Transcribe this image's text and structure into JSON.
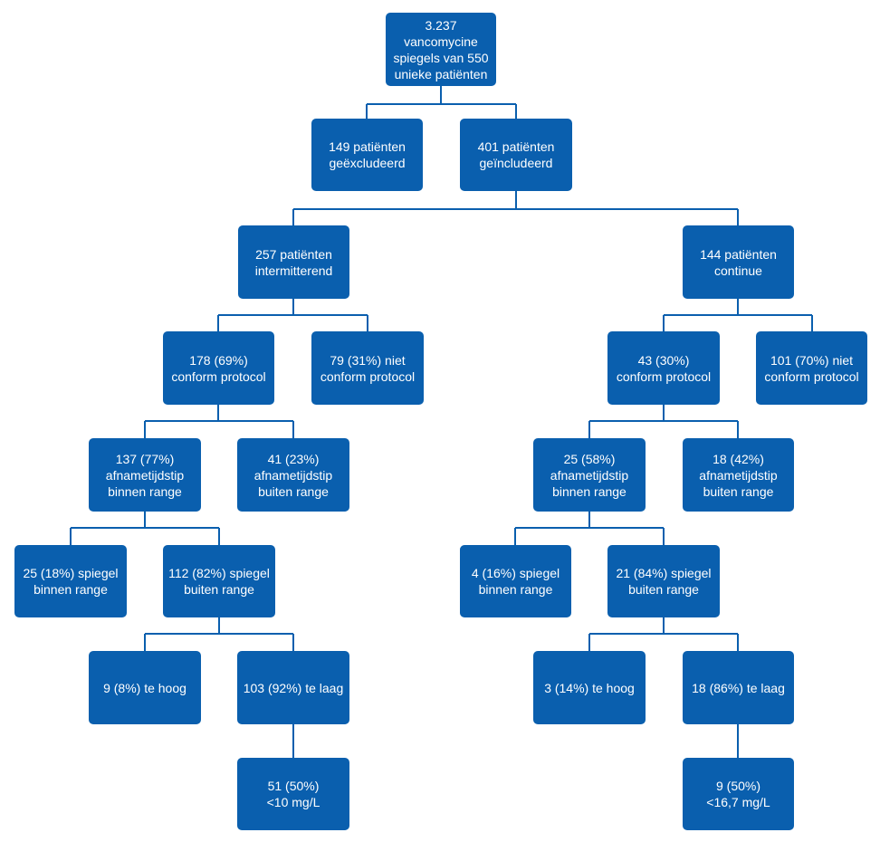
{
  "colors": {
    "node": "#0a5fae",
    "text": "#ffffff",
    "line": "#0a5fae",
    "background": "#ffffff"
  },
  "nodes": {
    "root": "3.237\nvancomycine\nspiegels van 550\nunieke patiënten",
    "excluded": "149 patiënten\ngeëxcludeerd",
    "included": "401 patiënten\ngeïncludeerd",
    "intermittent": "257 patiënten\nintermitterend",
    "continuous": "144 patiënten\ncontinue",
    "int_conform": "178 (69%)\nconform protocol",
    "int_nonconform": "79 (31%) niet\nconform protocol",
    "cont_conform": "43 (30%)\nconform protocol",
    "cont_nonconform": "101 (70%) niet\nconform protocol",
    "int_time_in": "137 (77%)\nafnametijdstip\nbinnen range",
    "int_time_out": "41 (23%)\nafnametijdstip\nbuiten range",
    "cont_time_in": "25 (58%)\nafnametijdstip\nbinnen range",
    "cont_time_out": "18 (42%)\nafnametijdstip\nbuiten range",
    "int_level_in": "25 (18%) spiegel\nbinnen range",
    "int_level_out": "112 (82%) spiegel\nbuiten range",
    "cont_level_in": "4 (16%) spiegel\nbinnen range",
    "cont_level_out": "21 (84%) spiegel\nbuiten range",
    "int_high": "9 (8%) te hoog",
    "int_low": "103 (92%) te laag",
    "cont_high": "3 (14%) te hoog",
    "cont_low": "18 (86%) te laag",
    "int_low_sub": "51 (50%)\n<10 mg/L",
    "cont_low_sub": "9 (50%)\n<16,7 mg/L"
  }
}
